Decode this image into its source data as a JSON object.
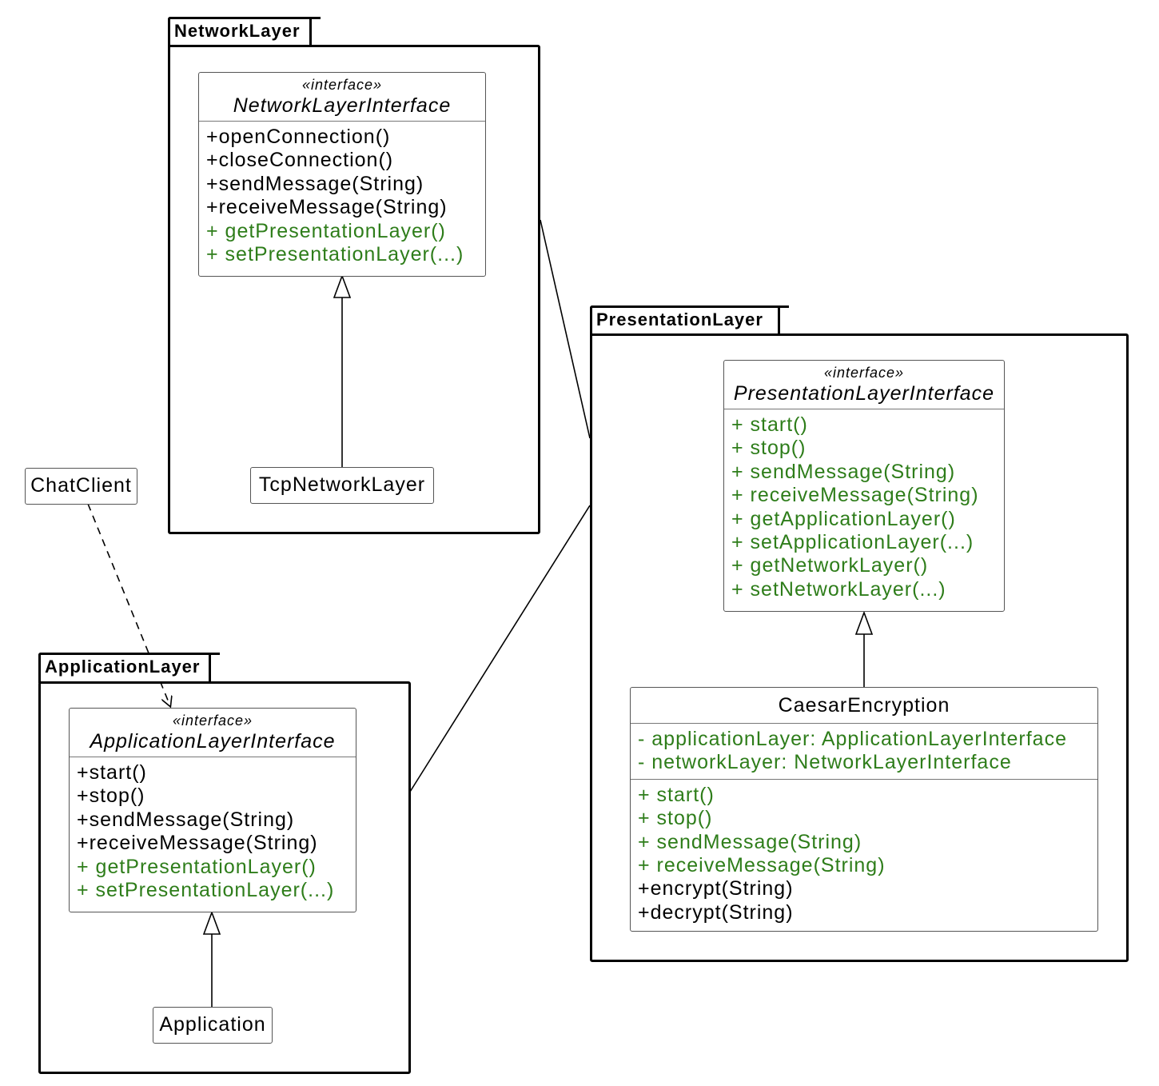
{
  "packages": {
    "network": {
      "name": "NetworkLayer"
    },
    "presentation": {
      "name": "PresentationLayer"
    },
    "application": {
      "name": "ApplicationLayer"
    }
  },
  "classes": {
    "network_interface": {
      "stereotype": "«interface»",
      "name": "NetworkLayerInterface",
      "methods": [
        {
          "text": "+openConnection()",
          "color": "#000000"
        },
        {
          "text": "+closeConnection()",
          "color": "#000000"
        },
        {
          "text": "+sendMessage(String)",
          "color": "#000000"
        },
        {
          "text": "+receiveMessage(String)",
          "color": "#000000"
        },
        {
          "text": "+ getPresentationLayer()",
          "color": "#2e7d1a"
        },
        {
          "text": "+ setPresentationLayer(...)",
          "color": "#2e7d1a"
        }
      ]
    },
    "tcp_network_layer": {
      "name": "TcpNetworkLayer"
    },
    "chat_client": {
      "name": "ChatClient"
    },
    "presentation_interface": {
      "stereotype": "«interface»",
      "name": "PresentationLayerInterface",
      "methods": [
        {
          "text": "+ start()",
          "color": "#2e7d1a"
        },
        {
          "text": "+ stop()",
          "color": "#2e7d1a"
        },
        {
          "text": "+ sendMessage(String)",
          "color": "#2e7d1a"
        },
        {
          "text": "+ receiveMessage(String)",
          "color": "#2e7d1a"
        },
        {
          "text": "+ getApplicationLayer()",
          "color": "#2e7d1a"
        },
        {
          "text": "+ setApplicationLayer(...)",
          "color": "#2e7d1a"
        },
        {
          "text": "+ getNetworkLayer()",
          "color": "#2e7d1a"
        },
        {
          "text": "+ setNetworkLayer(...)",
          "color": "#2e7d1a"
        }
      ]
    },
    "caesar_encryption": {
      "name": "CaesarEncryption",
      "attributes": [
        {
          "text": "- applicationLayer: ApplicationLayerInterface",
          "color": "#2e7d1a"
        },
        {
          "text": "- networkLayer: NetworkLayerInterface",
          "color": "#2e7d1a"
        }
      ],
      "methods": [
        {
          "text": "+ start()",
          "color": "#2e7d1a"
        },
        {
          "text": "+ stop()",
          "color": "#2e7d1a"
        },
        {
          "text": "+ sendMessage(String)",
          "color": "#2e7d1a"
        },
        {
          "text": "+ receiveMessage(String)",
          "color": "#2e7d1a"
        },
        {
          "text": "+encrypt(String)",
          "color": "#000000"
        },
        {
          "text": "+decrypt(String)",
          "color": "#000000"
        }
      ]
    },
    "application_interface": {
      "stereotype": "«interface»",
      "name": "ApplicationLayerInterface",
      "methods": [
        {
          "text": "+start()",
          "color": "#000000"
        },
        {
          "text": "+stop()",
          "color": "#000000"
        },
        {
          "text": "+sendMessage(String)",
          "color": "#000000"
        },
        {
          "text": "+receiveMessage(String)",
          "color": "#000000"
        },
        {
          "text": "+ getPresentationLayer()",
          "color": "#2e7d1a"
        },
        {
          "text": "+ setPresentationLayer(...)",
          "color": "#2e7d1a"
        }
      ]
    },
    "application": {
      "name": "Application"
    }
  },
  "colors": {
    "highlight": "#2e7d1a",
    "line": "#000000"
  }
}
